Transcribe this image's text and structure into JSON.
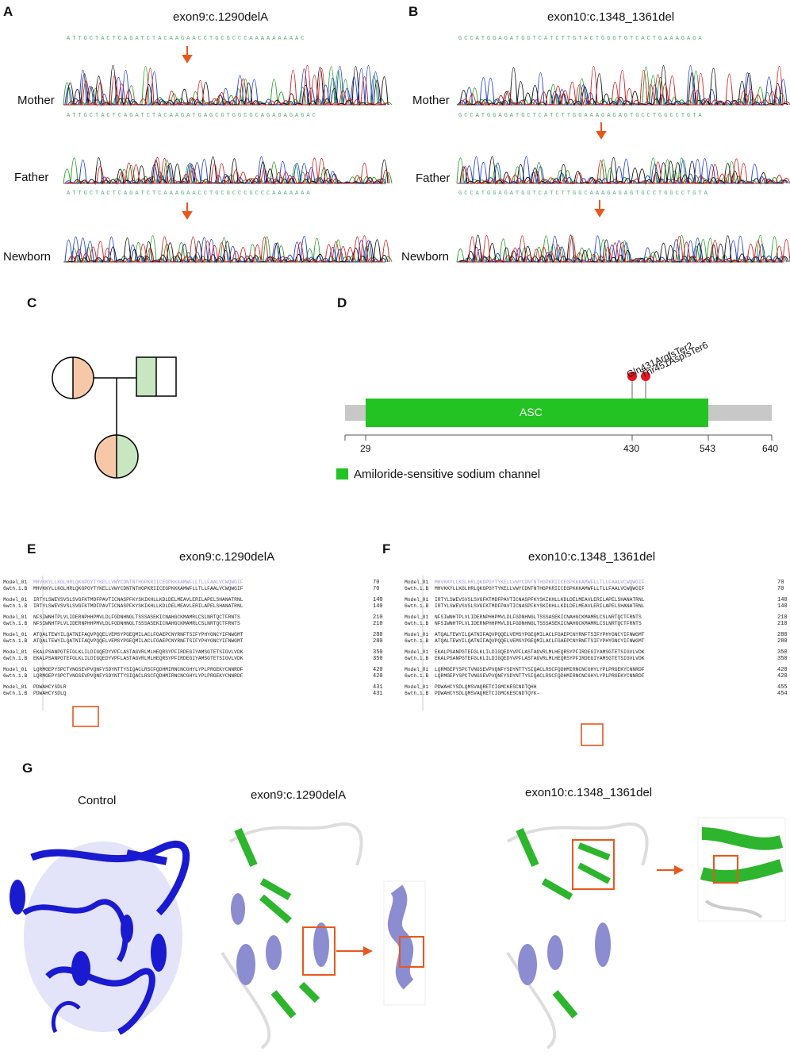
{
  "panels": {
    "A": "A",
    "B": "B",
    "C": "C",
    "D": "D",
    "E": "E",
    "F": "F",
    "G": "G"
  },
  "panelA": {
    "title": "exon9:c.1290delA",
    "rows": [
      "Mother",
      "Father",
      "Newborn"
    ],
    "seq_mother": "ATTGCTACTCAGATCTACAAGAACCTGCGCCCAAAAAAAAAC",
    "seq_father": "ATTGCTACTCAGATCTACAAGATGAGCGTGGCGCAGAGAGAGAC",
    "seq_newborn": "ATTGCTACTCAGATCTCAAAGAACCTGCGCCCGCCCAAAAAAA"
  },
  "panelB": {
    "title": "exon10:c.1348_1361del",
    "rows": [
      "Mother",
      "Father",
      "Newborn"
    ],
    "seq_mother": "GCCATGGAGATGGTCATCTTGTACTGGGTGTCACTGAAAGAGA",
    "seq_father": "GCCATGGAGATGCTCATCTTGGAAAGAGAGTGCCTGGCCTGTA",
    "seq_newborn": "GCCATGGAGATGGTCATCTTGGCAAAGAGAGTGCCTGGCCTGTA"
  },
  "panelD": {
    "domain_label": "ASC",
    "variants": [
      "Gln431ArgfsTer2",
      "Thr451AspfsTer6"
    ],
    "ticks": [
      "29",
      "430",
      "543",
      "640"
    ],
    "legend": "Amiloride-sensitive sodium channel",
    "colors": {
      "domain": "#22c322",
      "backbone": "#c8c8c8",
      "variant": "#e8141e"
    }
  },
  "panelE": {
    "title": "exon9:c.1290delA",
    "lines": [
      [
        "Model_01",
        "MHVKKYLLKGLHRLQKGPGYTYKELLVWYCDNTNTHGPKRIICEGPKKKAMWFLLTLLFAALVCWQWGIF",
        "70"
      ],
      [
        "6wth.1.B",
        "MHVKKYLLKGLHRLQKGPGYTYKELLVWYCDNTNTHGPKRIICEGPKKKAMWFLLTLLFAALVCWQWGIF",
        "70"
      ],
      [
        "Model_01",
        "IRTYLSWEVSVSLSVGFKTMDFPAVTICNASPFKYSKIKHLLKDLDELMEAVLERILAPELSHANATRNL",
        "140"
      ],
      [
        "6wth.1.B",
        "IRTYLSWEVSVSLSVGFKTMDFPAVTICNASPFKYSKIKHLLKDLDELMEAVLERILAPELSHANATRNL",
        "140"
      ],
      [
        "Model_01",
        "NFSIWNHTPLVLIDERNPHHPMVLDLFGDNHNGLTSSSASEKICNAHGCKMAMRLCSLNRTQCTFRNTS",
        "210"
      ],
      [
        "6wth.1.B",
        "NFSIWNHTPLVLIDERNPHHPMVLDLFGDNHNGLTSSSASEKICNAHGCKMAMRLCSLNRTQCTFRNTS",
        "210"
      ],
      [
        "Model_01",
        "ATQALTEWYILQATNIFAQVPQQELVEMSYPGEQMILACLFGAEPCNYRNFTSIFYPHYGNCYIFNWGMT",
        "280"
      ],
      [
        "6wth.1.B",
        "ATQALTEWYILQATNIFAQVPQQELVEMSYPGEQMILACLFGAEPCNYRNFTSIFYPHYGNCYIFNWGMT",
        "280"
      ],
      [
        "Model_01",
        "EKALPSANPGTEFGLKLILDIGQEDYVPFLASTAGVRLMLHEQRSYPFIRDEGIYAMSGTETSIGVLVDK",
        "350"
      ],
      [
        "6wth.1.B",
        "EKALPSANPGTEFGLKLILDIGQEDYVPFLASTAGVRLMLHEQRSYPFIRDEGIYAMSGTETSIGVLVDK",
        "350"
      ],
      [
        "Model_01",
        "LQRMGEPYSPCTVNGSEVPVQNFYSDYNTTYSIQACLRSCFQDHMIRNCNCGHYLYPLPRGEKYCNNRDF",
        "420"
      ],
      [
        "6wth.1.B",
        "LQRMGEPYSPCTVNGSEVPVQNFYSDYNTTYSIQACLRSCFQDHMIRNCNCGHYLYPLPRGEKYCNNRDF",
        "420"
      ],
      [
        "Model_01",
        "PDWAHCYSDLR",
        "431"
      ],
      [
        "6wth.1.B",
        "PDWAHCYSDLQ",
        "431"
      ]
    ]
  },
  "panelF": {
    "title": "exon10:c.1348_1361del",
    "lines": [
      [
        "Model_01",
        "MHVKKYLLKGLHRLQKGPGYTYKELLVWYCDNTNTHGPKRIICEGPKKKAMWFLLTLLFAALVCWQWGIF",
        "70"
      ],
      [
        "6wth.1.B",
        "MHVKKYLLKGLHRLQKGPGYTYKELLVWYCDNTNTHGPKRIICEGPKKKAMWFLLTLLFAALVCWQWGIF",
        "70"
      ],
      [
        "Model_01",
        "IRTYLSWEVSVSLSVGFKTMDFPAVTICNASPFKYSKIKHLLKDLDELMEAVLERILAPELSHANATRNL",
        "140"
      ],
      [
        "6wth.1.B",
        "IRTYLSWEVSVSLSVGFKTMDFPAVTICNASPFKYSKIKHLLKDLDELMEAVLERILAPELSHANATRNL",
        "140"
      ],
      [
        "Model_01",
        "NFSIWNHTPLVLIDERNPHHPMVLDLFGDNHNGLTSSSASEKICNAHGCKMAMRLCSLNRTQCTFRNTS",
        "210"
      ],
      [
        "6wth.1.B",
        "NFSIWNHTPLVLIDERNPHHPMVLDLFGDNHNGLTSSSASEKICNAHGCKMAMRLCSLNRTQCTFRNTS",
        "210"
      ],
      [
        "Model_01",
        "ATQALTEWYILQATNIFAQVPQQELVEMSYPGEQMILACLFGAEPCNYRNFTSIFYPHYGNCYIFNWGMT",
        "280"
      ],
      [
        "6wth.1.B",
        "ATQALTEWYILQATNIFAQVPQQELVEMSYPGEQMILACLFGAEPCNYRNFTSIFYPHYGNCYIFNWGMT",
        "280"
      ],
      [
        "Model_01",
        "EKALPSANPGTEFGLKLILDIGQEDYVPFLASTAGVRLMLHEQRSYPFIRDEGIYAMSGTETSIGVLVDK",
        "350"
      ],
      [
        "6wth.1.B",
        "EKALPSANPGTEFGLKLILDIGQEDYVPFLASTAGVRLMLHEQRSYPFIRDEGIYAMSGTETSIGVLVDK",
        "350"
      ],
      [
        "Model_01",
        "LQRMGEPYSPCTVNGSEVPVQNFYSDYNTTYSIQACLRSCFQDHMIRNCNCGHYLYPLPRGEKYCNNRDF",
        "420"
      ],
      [
        "6wth.1.B",
        "LQRMGEPYSPCTVNGSEVPVQNFYSDYNTTYSIQACLRSCFQDHMIRNCNCGHYLYPLPRGEKYCNNRDF",
        "420"
      ],
      [
        "Model_01",
        "PDWAHCYSDLQMSVAQRETCIGMCKESCNDTQHH",
        "455"
      ],
      [
        "6wth.1.B",
        "PDWAHCYSDLQMSVAQRETCIGMCKESCNDTQYK-",
        "454"
      ]
    ]
  },
  "panelG": {
    "titles": [
      "Control",
      "exon9:c.1290delA",
      "exon10:c.1348_1361del"
    ],
    "colors": {
      "control": "#1a1ad0",
      "helix": "#8c8cd0",
      "sheet": "#2db52d",
      "coil": "#dddddd",
      "box": "#e8571e"
    }
  },
  "colors": {
    "arrow": "#e8571e",
    "mother_circle": "#f7c8a8",
    "father_square": "#c8e6c0"
  }
}
